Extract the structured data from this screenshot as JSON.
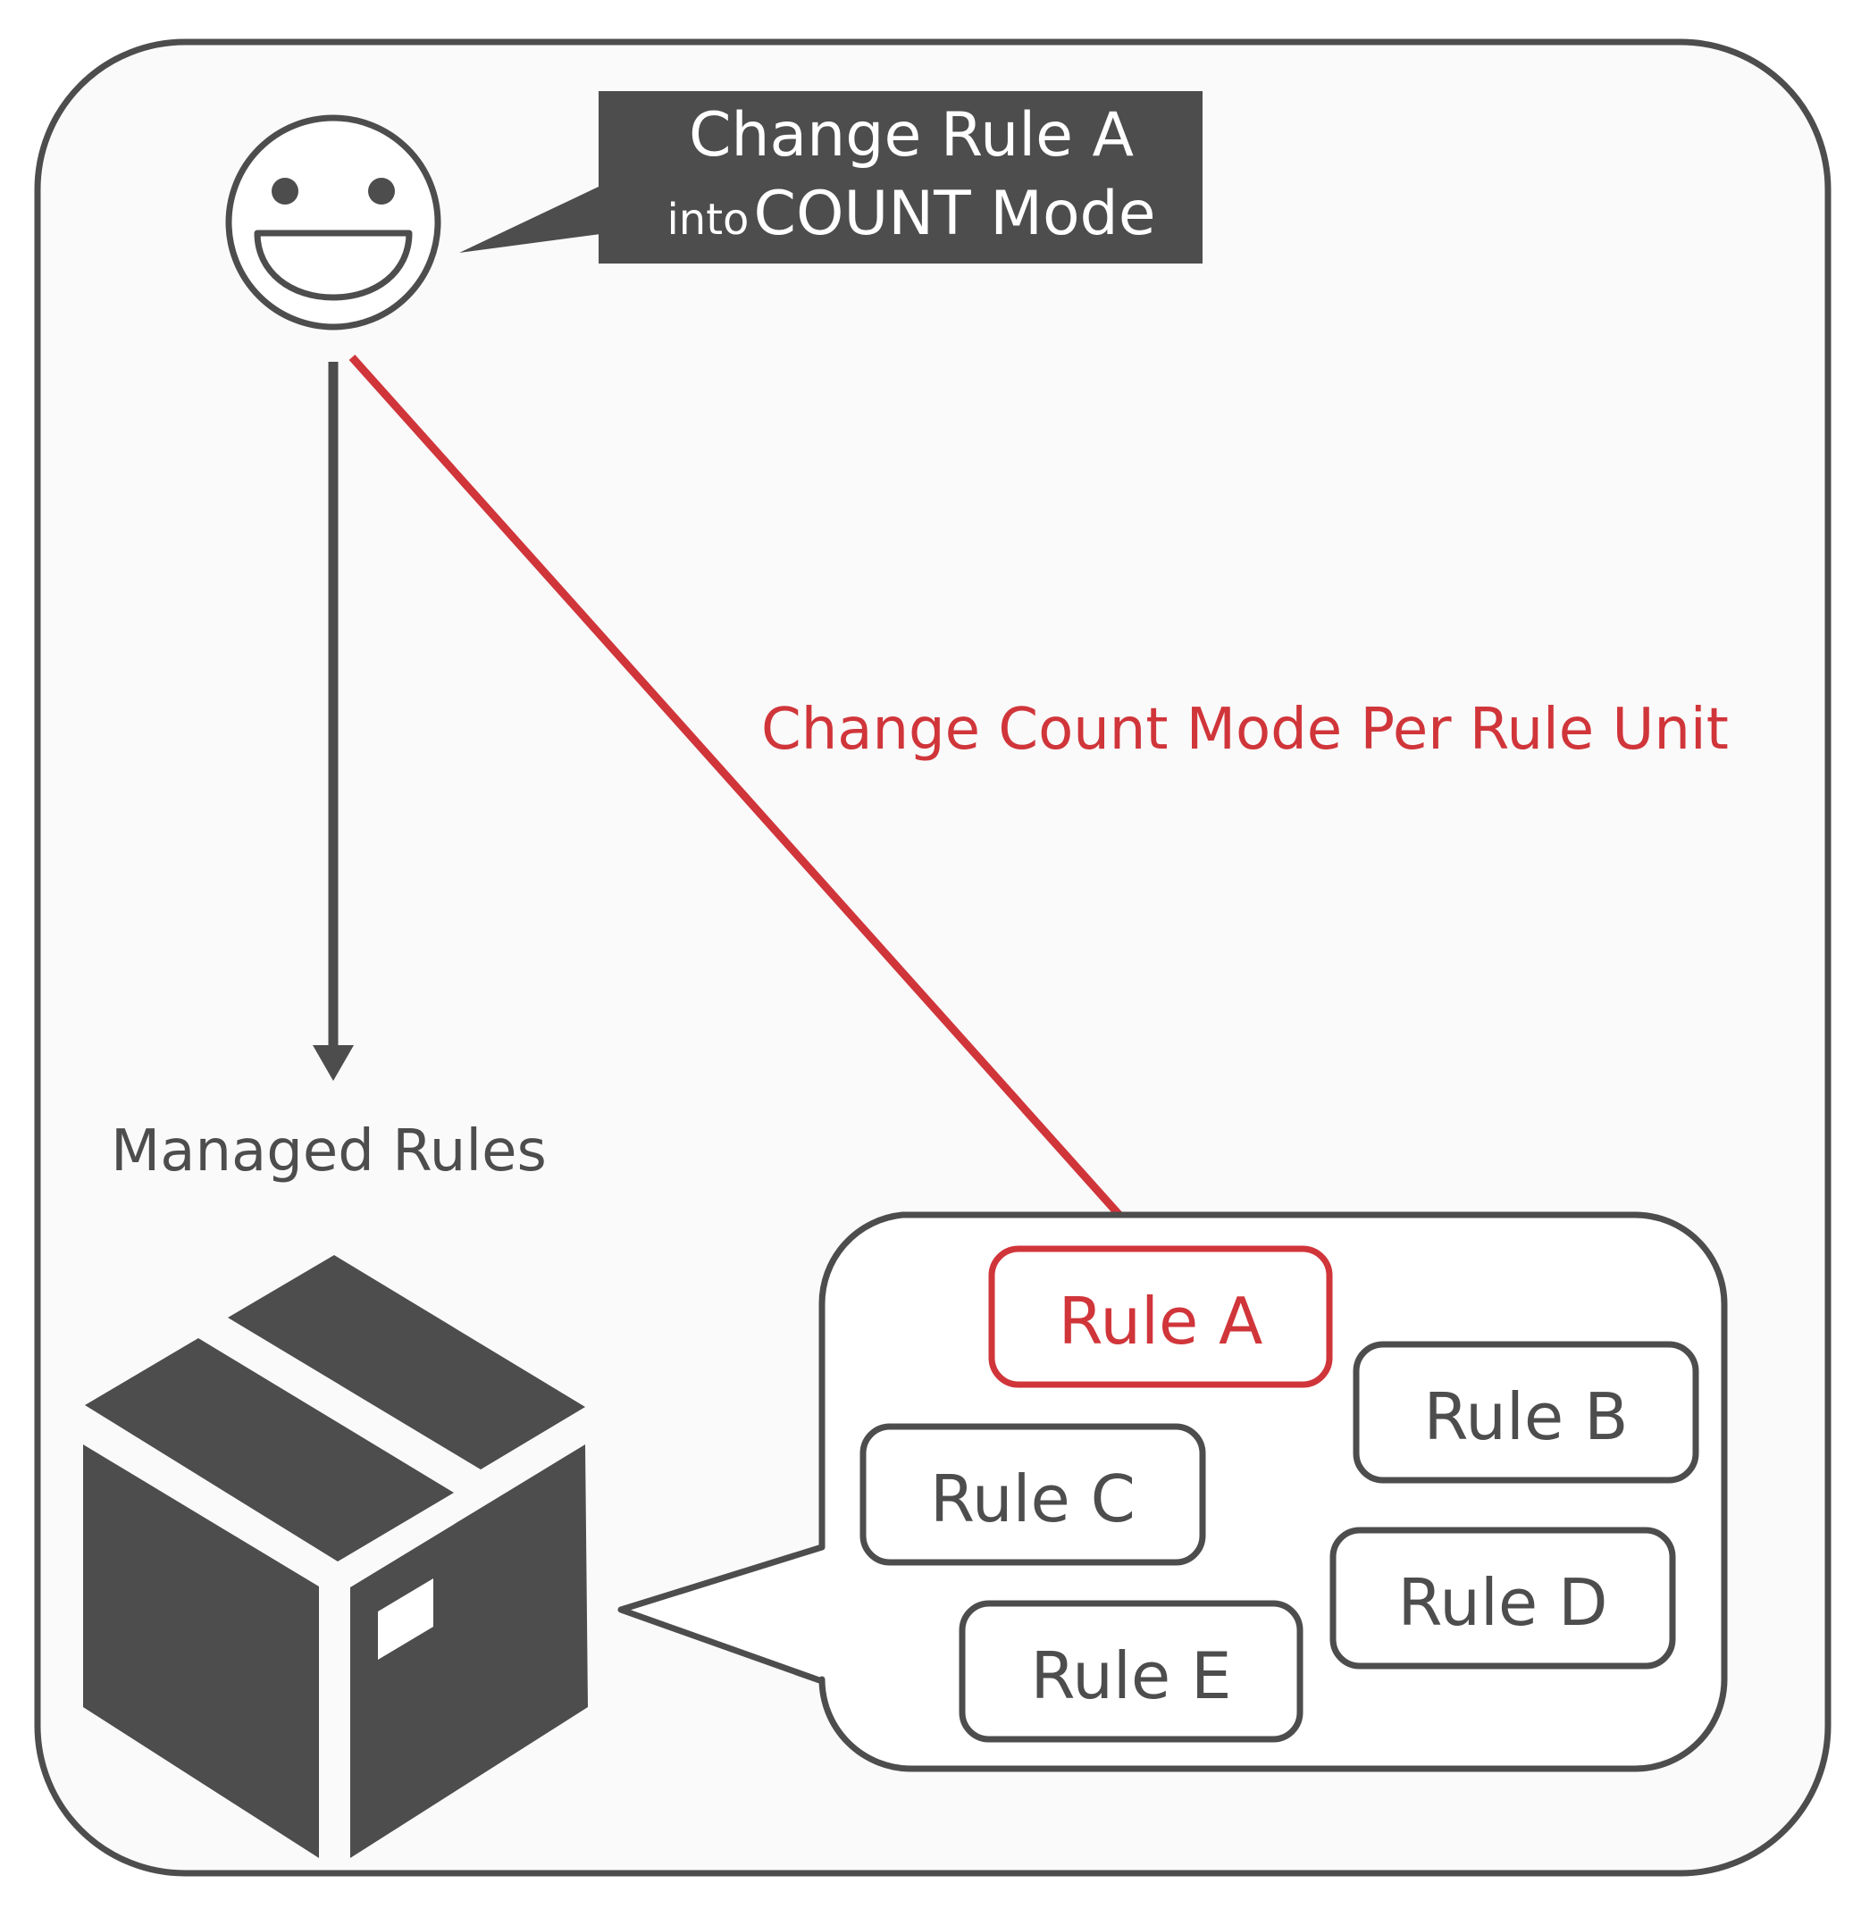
{
  "speech_bubble": {
    "line1": "Change Rule A",
    "line2_prefix": "into",
    "line2_main": "COUNT Mode"
  },
  "red_arrow_label": "Change Count Mode Per Rule Unit",
  "managed_rules_label": "Managed Rules",
  "rules": [
    {
      "label": "Rule A",
      "highlighted": true
    },
    {
      "label": "Rule B",
      "highlighted": false
    },
    {
      "label": "Rule C",
      "highlighted": false
    },
    {
      "label": "Rule D",
      "highlighted": false
    },
    {
      "label": "Rule E",
      "highlighted": false
    }
  ],
  "colors": {
    "outline": "#4d4d4d",
    "highlight": "#d0353a",
    "canvas_background": "#fafafa",
    "bubble_fill": "#4d4d4d",
    "bubble_text": "#ffffff"
  }
}
